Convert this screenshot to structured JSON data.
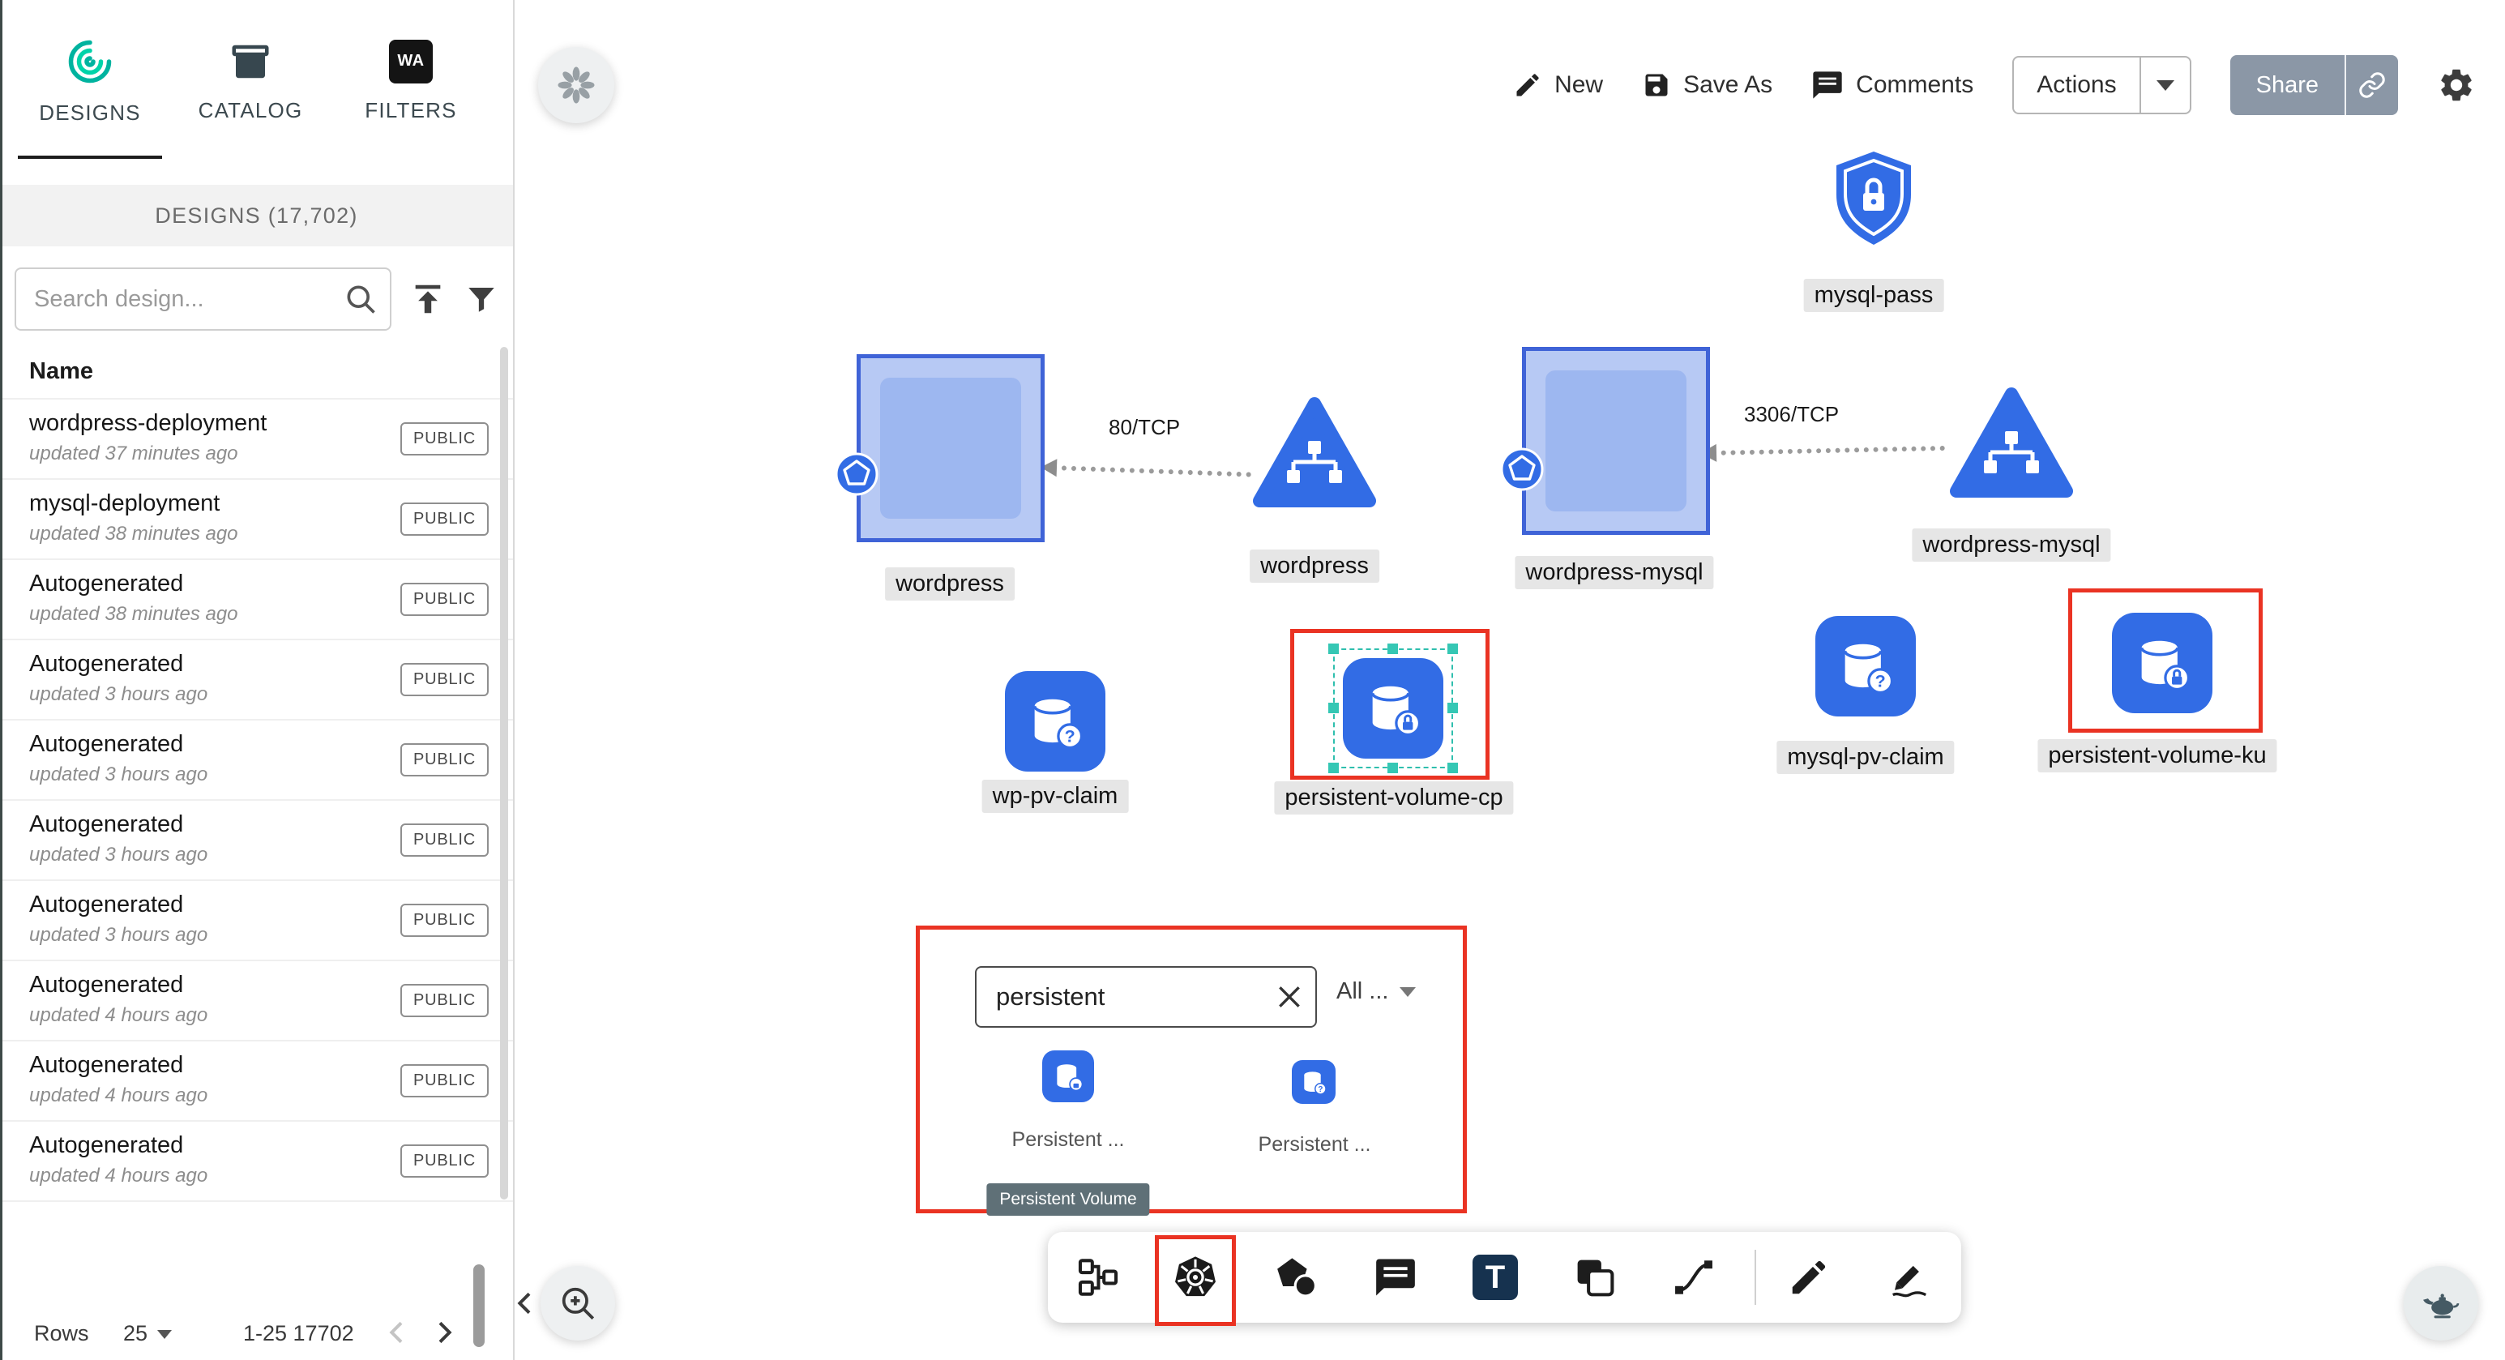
{
  "colors": {
    "k8s_blue": "#326CE5",
    "teal": "#00B39F",
    "highlight_red": "#EA3323"
  },
  "sidebar": {
    "tabs": [
      {
        "label": "DESIGNS"
      },
      {
        "label": "CATALOG"
      },
      {
        "label": "FILTERS",
        "icon_text": "WA"
      }
    ],
    "panel_header": "DESIGNS (17,702)",
    "search_placeholder": "Search design...",
    "list_header": "Name",
    "designs": [
      {
        "name": "wordpress-deployment",
        "updated": "updated 37 minutes ago",
        "badge": "PUBLIC"
      },
      {
        "name": "mysql-deployment",
        "updated": "updated 38 minutes ago",
        "badge": "PUBLIC"
      },
      {
        "name": "Autogenerated",
        "updated": "updated 38 minutes ago",
        "badge": "PUBLIC"
      },
      {
        "name": "Autogenerated",
        "updated": "updated 3 hours ago",
        "badge": "PUBLIC"
      },
      {
        "name": "Autogenerated",
        "updated": "updated 3 hours ago",
        "badge": "PUBLIC"
      },
      {
        "name": "Autogenerated",
        "updated": "updated 3 hours ago",
        "badge": "PUBLIC"
      },
      {
        "name": "Autogenerated",
        "updated": "updated 3 hours ago",
        "badge": "PUBLIC"
      },
      {
        "name": "Autogenerated",
        "updated": "updated 4 hours ago",
        "badge": "PUBLIC"
      },
      {
        "name": "Autogenerated",
        "updated": "updated 4 hours ago",
        "badge": "PUBLIC"
      },
      {
        "name": "Autogenerated",
        "updated": "updated 4 hours ago",
        "badge": "PUBLIC"
      }
    ],
    "pagination": {
      "rows_label": "Rows",
      "rows_value": "25",
      "range": "1-25 17702"
    }
  },
  "toolbar": {
    "new": "New",
    "save_as": "Save As",
    "comments": "Comments",
    "actions": "Actions",
    "share": "Share"
  },
  "canvas": {
    "nodes": {
      "mysql_pass": "mysql-pass",
      "wordpress_deployment": "wordpress",
      "wordpress_service": "wordpress",
      "wordpress_mysql_deployment": "wordpress-mysql",
      "wordpress_mysql_service": "wordpress-mysql",
      "wp_pv_claim": "wp-pv-claim",
      "persistent_volume_cp": "persistent-volume-cp",
      "mysql_pv_claim": "mysql-pv-claim",
      "persistent_volume_ku": "persistent-volume-ku"
    },
    "edges": [
      {
        "label": "80/TCP"
      },
      {
        "label": "3306/TCP"
      }
    ]
  },
  "component_search": {
    "value": "persistent",
    "filter": "All ...",
    "results": [
      {
        "label": "Persistent ..."
      },
      {
        "label": "Persistent ..."
      }
    ],
    "tooltip": "Persistent Volume"
  },
  "dock": {
    "text_tool": "T"
  }
}
